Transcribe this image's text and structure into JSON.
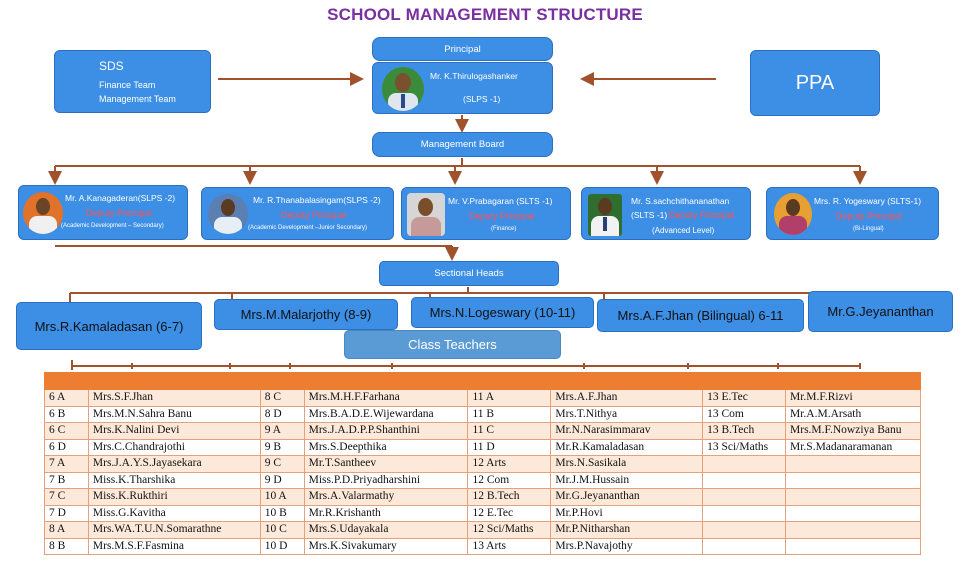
{
  "title": "SCHOOL MANAGEMENT STRUCTURE",
  "principal": {
    "header": "Principal",
    "name": "Mr. K.Thirulogashanker",
    "grade": "(SLPS -1)"
  },
  "sds": {
    "title": "SDS",
    "line1": "Finance Team",
    "line2": "Management Team"
  },
  "ppa": {
    "title": "PPA"
  },
  "management_board": "Management Board",
  "deputies": [
    {
      "name": "Mr. A.Kanagaderan(SLPS -2)",
      "role": "Deputy Principal",
      "sub": "(Academic Development – Secondary)"
    },
    {
      "name": "Mr. R.Thanabalasingam(SLPS -2)",
      "role": "Deputy Principal",
      "sub": "(Academic Development –Junior Secondary)"
    },
    {
      "name": "Mr. V.Prabagaran (SLTS -1)",
      "role": "Deputy Principal",
      "sub": "(Finance)"
    },
    {
      "name": "Mr. S.sachchithananathan",
      "name2": "(SLTS -1)",
      "role": "Deputy Principal",
      "sub": "(Advanced Level)"
    },
    {
      "name": "Mrs. R. Yogeswary (SLTS-1)",
      "role": "Deputy Principal",
      "sub": "(Bi-Lingual)"
    }
  ],
  "sectional_heads_label": "Sectional Heads",
  "sectional_heads": [
    "Mrs.R.Kamaladasan (6-7)",
    "Mrs.M.Malarjothy (8-9)",
    "Mrs.N.Logeswary (10-11)",
    "Mrs.A.F.Jhan (Bilingual) 6-11",
    "Mr.G.Jeyananthan"
  ],
  "class_teachers_label": "Class Teachers",
  "class_teachers": [
    [
      "6 A",
      "Mrs.S.F.Jhan",
      "8 C",
      "Mrs.M.H.F.Farhana",
      "11 A",
      "Mrs.A.F.Jhan",
      "13 E.Tec",
      "Mr.M.F.Rizvi"
    ],
    [
      "6 B",
      "Mrs.M.N.Sahra Banu",
      "8 D",
      "Mrs.B.A.D.E.Wijewardana",
      "11 B",
      "Mrs.T.Nithya",
      "13 Com",
      "Mr.A.M.Arsath"
    ],
    [
      "6 C",
      "Mrs.K.Nalini Devi",
      "9 A",
      "Mrs.J.A.D.P.P.Shanthini",
      "11 C",
      "Mr.N.Narasimmarav",
      "13 B.Tech",
      "Mrs.M.F.Nowziya Banu"
    ],
    [
      "6 D",
      "Mrs.C.Chandrajothi",
      "9 B",
      "Mrs.S.Deepthika",
      "11  D",
      "Mr.R.Kamaladasan",
      "13 Sci/Maths",
      "Mr.S.Madanaramanan"
    ],
    [
      "7 A",
      "Mrs.J.A.Y.S.Jayasekara",
      "9 C",
      "Mr.T.Santheev",
      "12 Arts",
      "Mrs.N.Sasikala",
      "",
      ""
    ],
    [
      "7 B",
      "Miss.K.Tharshika",
      "9 D",
      "Miss.P.D.Priyadharshini",
      "12 Com",
      "Mr.J.M.Hussain",
      "",
      ""
    ],
    [
      "7 C",
      "Miss.K.Rukthiri",
      "10 A",
      "Mrs.A.Valarmathy",
      "12 B.Tech",
      "Mr.G.Jeyananthan",
      "",
      ""
    ],
    [
      "7 D",
      "Miss.G.Kavitha",
      "10 B",
      "Mr.R.Krishanth",
      "12 E.Tec",
      "Mr.P.Hovi",
      "",
      ""
    ],
    [
      "8 A",
      "Mrs.WA.T.U.N.Somarathne",
      "10 C",
      "Mrs.S.Udayakala",
      "12 Sci/Maths",
      "Mr.P.Nitharshan",
      "",
      ""
    ],
    [
      "8 B",
      "Mrs.M.S.F.Fasmina",
      "10 D",
      "Mrs.K.Sivakumary",
      "13 Arts",
      "Mrs.P.Navajothy",
      "",
      ""
    ]
  ],
  "colors": {
    "box": "#3d8fe6",
    "arrow": "#a0522d",
    "title": "#7a2fa0",
    "role": "#ff5252",
    "table_header": "#ed7d31",
    "table_stripe": "#fde9d9"
  }
}
